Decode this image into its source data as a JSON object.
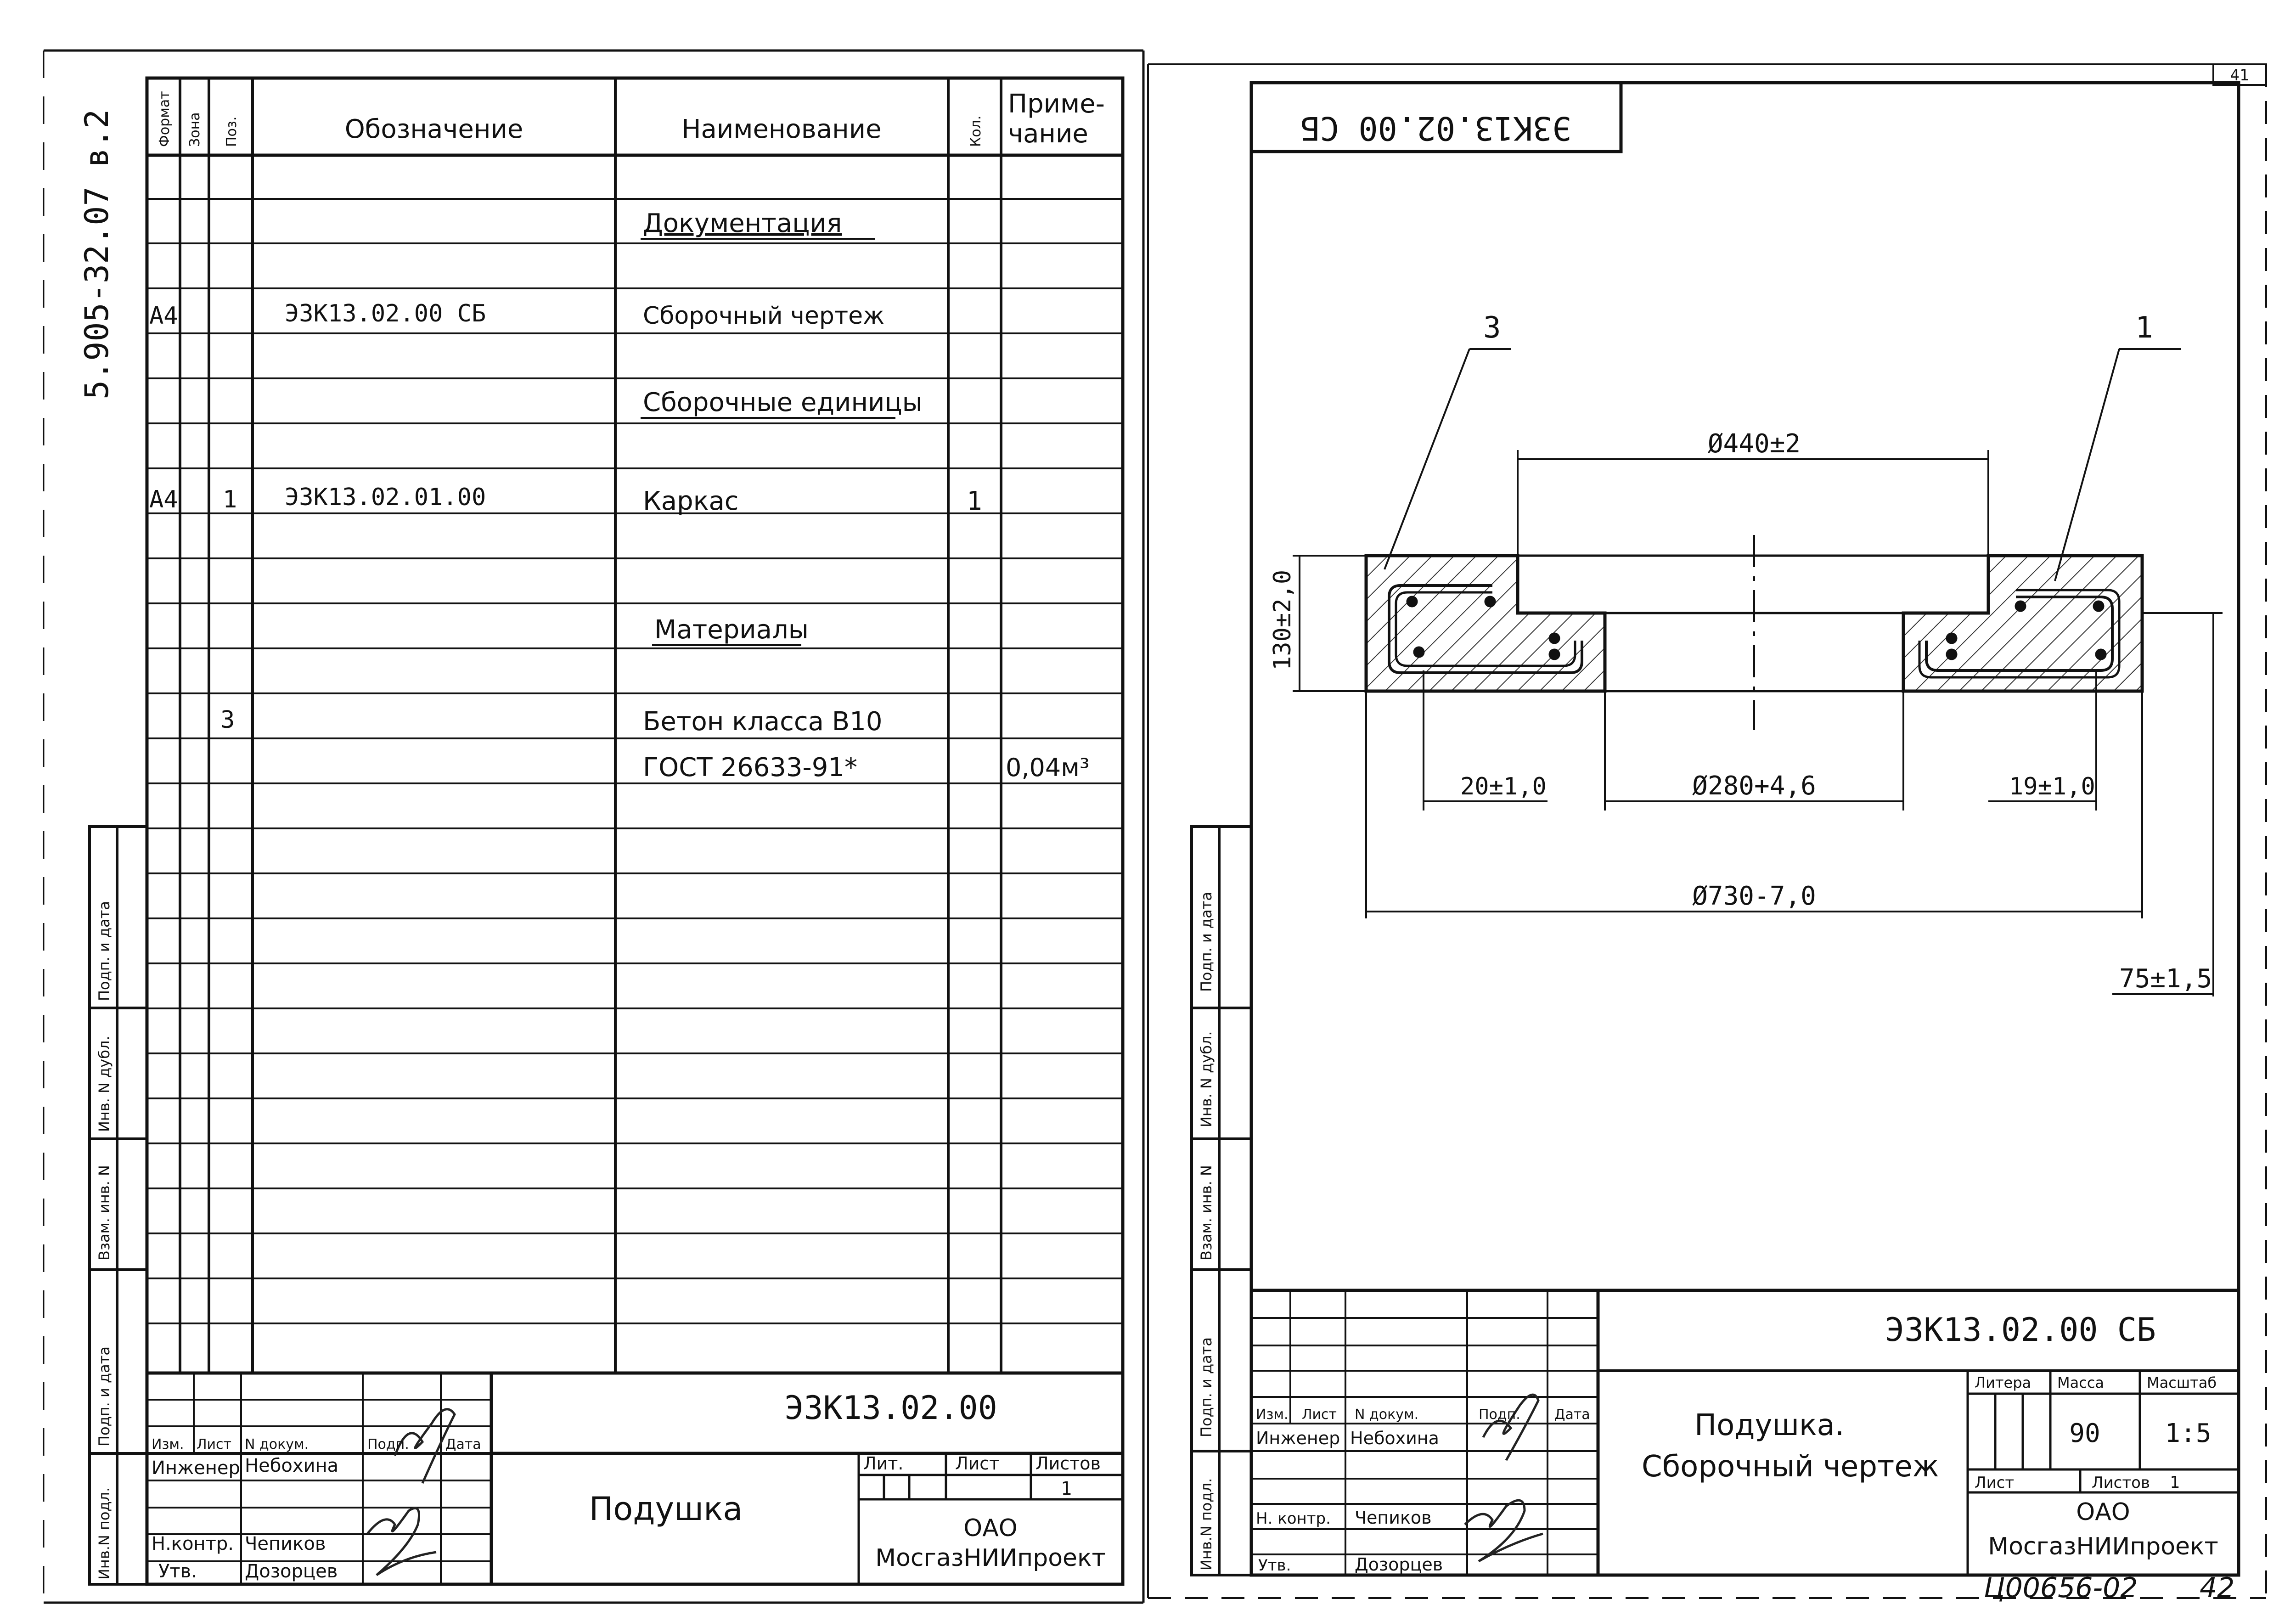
{
  "sheet": {
    "side_code": "5.905-32.07 в.2",
    "page_number_top": "41",
    "page_number_bottom": "42",
    "archive_code": "Ц00656-02"
  },
  "spec": {
    "headers": {
      "format": "Формат",
      "zone": "Зона",
      "pos": "Поз.",
      "designation": "Обозначение",
      "name": "Наименование",
      "qty": "Кол.",
      "note_line1": "Приме-",
      "note_line2": "чание"
    },
    "rows": [
      {
        "format": "",
        "pos": "",
        "designation": "",
        "name": "Документация",
        "qty": "",
        "note": "",
        "section": true,
        "row": 1
      },
      {
        "format": "А4",
        "pos": "",
        "designation": "ЭЗК13.02.00 СБ",
        "name": "Сборочный чертеж",
        "qty": "",
        "note": "",
        "section": false,
        "row": 3
      },
      {
        "format": "",
        "pos": "",
        "designation": "",
        "name": "Сборочные единицы",
        "qty": "",
        "note": "",
        "section": true,
        "row": 5
      },
      {
        "format": "А4",
        "pos": "1",
        "designation": "ЭЗК13.02.01.00",
        "name": "Каркас",
        "qty": "1",
        "note": "",
        "section": false,
        "row": 7
      },
      {
        "format": "",
        "pos": "",
        "designation": "",
        "name": "Материалы",
        "qty": "",
        "note": "",
        "section": true,
        "row": 10
      },
      {
        "format": "",
        "pos": "3",
        "designation": "",
        "name": "Бетон класса В10",
        "qty": "",
        "note": "",
        "section": false,
        "row": 12
      },
      {
        "format": "",
        "pos": "",
        "designation": "",
        "name": "ГОСТ 26633-91*",
        "qty": "",
        "note": "0,04м³",
        "section": false,
        "row": 13
      }
    ]
  },
  "side_stamp": {
    "cells": [
      "Подп. и дата",
      "Инв. N дубл.",
      "Взам. инв. N",
      "Подп. и дата",
      "Инв.N подл."
    ]
  },
  "left_title": {
    "doc_code": "ЭЗК13.02.00",
    "name": "Подушка",
    "hdr_izm": "Изм.",
    "hdr_list": "Лист",
    "hdr_ndoc": "N докум.",
    "hdr_podp": "Подп.",
    "hdr_data": "Дата",
    "role1": "Инженер",
    "person1": "Небохина",
    "role2": "Н.контр.",
    "person2": "Чепиков",
    "role3": "Утв.",
    "person3": "Дозорцев",
    "lit": "Лит.",
    "sheet": "Лист",
    "sheets": "Листов",
    "sheets_val": "1",
    "org1": "ОАО",
    "org2": "МосгазНИИпроект"
  },
  "drawing": {
    "stamp_rotated": "ЭЗК13.02.00 СБ",
    "leader_3": "3",
    "leader_1": "1",
    "dim_440": "Ø440±2",
    "dim_130": "130±2,0",
    "dim_20": "20±1,0",
    "dim_280": "Ø280+4,6",
    "dim_19": "19±1,0",
    "dim_730": "Ø730-7,0",
    "dim_75": "75±1,5"
  },
  "right_title": {
    "doc_code": "ЭЗК13.02.00 СБ",
    "name1": "Подушка.",
    "name2": "Сборочный чертеж",
    "hdr_izm": "Изм.",
    "hdr_list": "Лист",
    "hdr_ndoc": "N докум.",
    "hdr_podp": "Подп.",
    "hdr_data": "Дата",
    "role1": "Инженер",
    "person1": "Небохина",
    "role2": "Н. контр.",
    "person2": "Чепиков",
    "role3": "Утв.",
    "person3": "Дозорцев",
    "litera": "Литера",
    "massa": "Масса",
    "masshtab": "Масштаб",
    "massa_val": "90",
    "masshtab_val": "1:5",
    "list": "Лист",
    "listov": "Листов",
    "listov_val": "1",
    "org1": "ОАО",
    "org2": "МосгазНИИпроект"
  }
}
